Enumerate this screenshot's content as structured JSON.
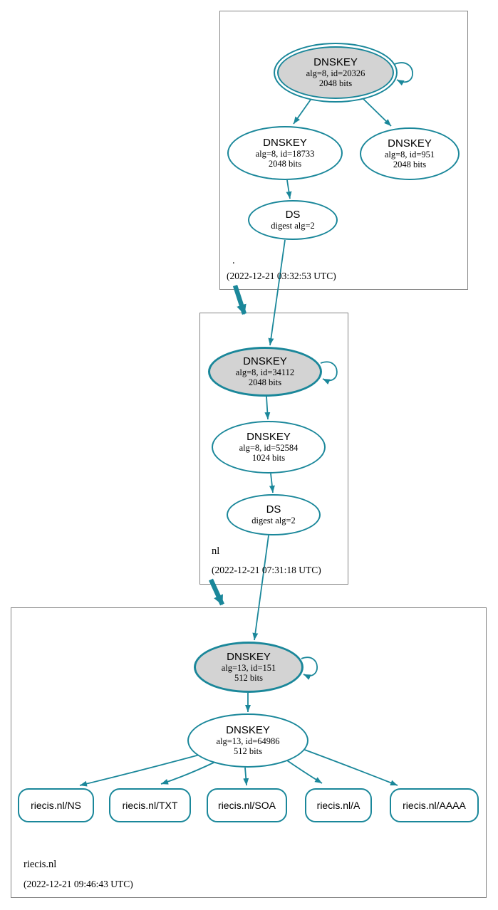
{
  "colors": {
    "teal": "#1a879a",
    "ksk_fill": "#d3d3d3",
    "box_border": "#858585"
  },
  "zones": [
    {
      "label": ".",
      "timestamp": "(2022-12-21 03:32:53 UTC)",
      "ksk": {
        "title": "DNSKEY",
        "detail1": "alg=8, id=20326",
        "detail2": "2048 bits"
      },
      "zsk1": {
        "title": "DNSKEY",
        "detail1": "alg=8, id=18733",
        "detail2": "2048 bits"
      },
      "zsk2": {
        "title": "DNSKEY",
        "detail1": "alg=8, id=951",
        "detail2": "2048 bits"
      },
      "ds": {
        "title": "DS",
        "detail1": "digest alg=2"
      }
    },
    {
      "label": "nl",
      "timestamp": "(2022-12-21 07:31:18 UTC)",
      "ksk": {
        "title": "DNSKEY",
        "detail1": "alg=8, id=34112",
        "detail2": "2048 bits"
      },
      "zsk": {
        "title": "DNSKEY",
        "detail1": "alg=8, id=52584",
        "detail2": "1024 bits"
      },
      "ds": {
        "title": "DS",
        "detail1": "digest alg=2"
      }
    },
    {
      "label": "riecis.nl",
      "timestamp": "(2022-12-21 09:46:43 UTC)",
      "ksk": {
        "title": "DNSKEY",
        "detail1": "alg=13, id=151",
        "detail2": "512 bits"
      },
      "zsk": {
        "title": "DNSKEY",
        "detail1": "alg=13, id=64986",
        "detail2": "512 bits"
      },
      "rrsets": [
        {
          "label": "riecis.nl/NS"
        },
        {
          "label": "riecis.nl/TXT"
        },
        {
          "label": "riecis.nl/SOA"
        },
        {
          "label": "riecis.nl/A"
        },
        {
          "label": "riecis.nl/AAAA"
        }
      ]
    }
  ]
}
